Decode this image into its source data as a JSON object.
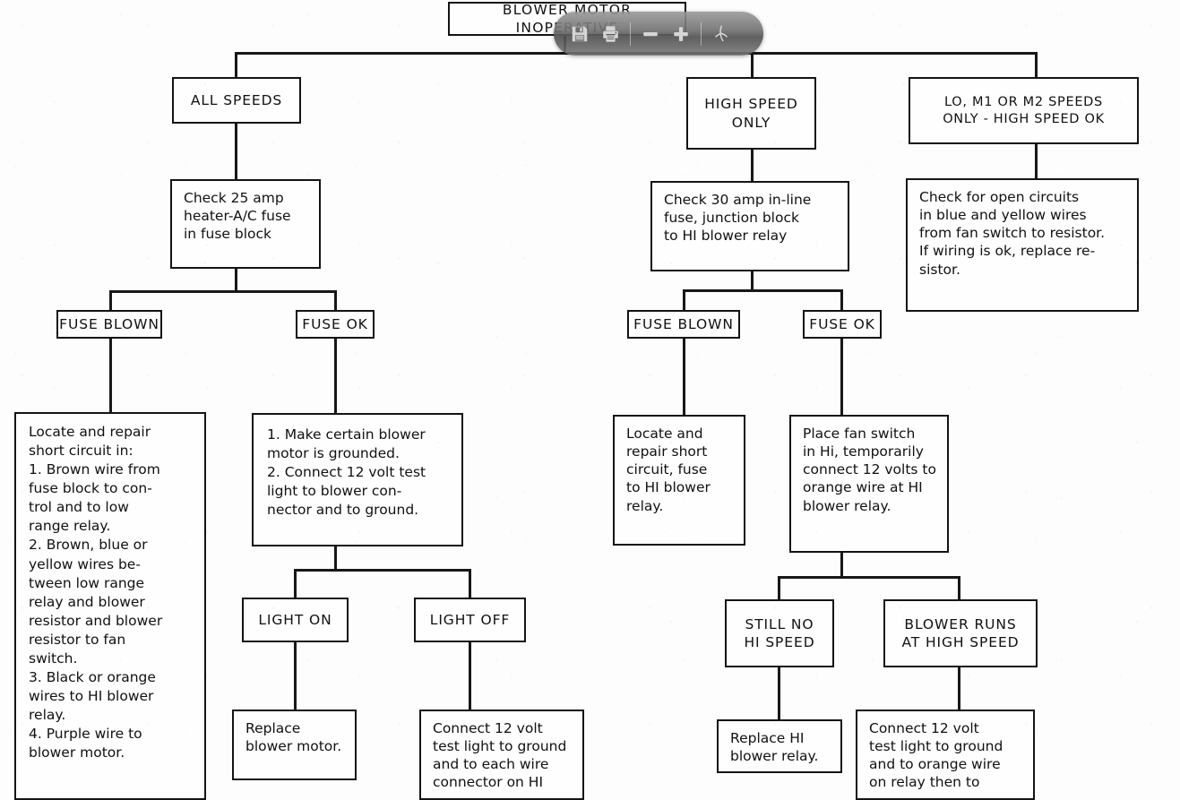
{
  "document": {
    "type": "troubleshooting-flowchart",
    "title": "BLOWER MOTOR INOPERATIVE"
  },
  "toolbar": {
    "name": "pdf-viewer-toolbar",
    "buttons": [
      {
        "name": "save-icon",
        "label": "Save"
      },
      {
        "name": "print-icon",
        "label": "Print"
      },
      {
        "name": "zoom-out-icon",
        "label": "Zoom Out"
      },
      {
        "name": "zoom-in-icon",
        "label": "Zoom In"
      },
      {
        "name": "adobe-pdf-icon",
        "label": "Adobe PDF"
      }
    ]
  },
  "chart_data": {
    "type": "flowchart",
    "title": "BLOWER MOTOR INOPERATIVE",
    "nodes": [
      {
        "id": "root",
        "text": "BLOWER MOTOR INOPERATIVE"
      },
      {
        "id": "all_speeds",
        "text": "ALL SPEEDS"
      },
      {
        "id": "high_only",
        "text": "HIGH SPEED\nONLY"
      },
      {
        "id": "lo_m1_m2",
        "text": "LO, M1 OR M2 SPEEDS\nONLY - HIGH SPEED OK"
      },
      {
        "id": "check25",
        "text": "Check 25 amp\nheater-A/C fuse\nin fuse block"
      },
      {
        "id": "check30",
        "text": "Check 30 amp in-line\nfuse, junction block\nto HI blower relay"
      },
      {
        "id": "check_open",
        "text": "Check for open circuits\nin blue and yellow wires\nfrom fan switch to resistor.\nIf wiring is ok, replace re-\nsistor."
      },
      {
        "id": "fuse_blown_l",
        "text": "FUSE BLOWN"
      },
      {
        "id": "fuse_ok_l",
        "text": "FUSE OK"
      },
      {
        "id": "fuse_blown_r",
        "text": "FUSE BLOWN"
      },
      {
        "id": "fuse_ok_r",
        "text": "FUSE OK"
      },
      {
        "id": "locate_list",
        "text": "Locate and repair\nshort circuit in:\n1. Brown wire from\n    fuse block to con-\n    trol and to low\n    range relay.\n2. Brown, blue or\n    yellow wires be-\n    tween low range\n    relay and blower\n    resistor and blower\n    resistor to fan\n    switch.\n3. Black or orange\n    wires to HI blower\n    relay.\n4. Purple wire to\n    blower motor."
      },
      {
        "id": "make_certain",
        "text": "1. Make certain blower\n    motor is grounded.\n2. Connect 12 volt test\n    light to blower con-\n    nector and to ground."
      },
      {
        "id": "locate_short",
        "text": "Locate and\nrepair short\ncircuit, fuse\nto HI blower\nrelay."
      },
      {
        "id": "place_fan",
        "text": "Place fan switch\nin Hi, temporarily\nconnect 12 volts to\norange wire at HI\nblower relay."
      },
      {
        "id": "light_on",
        "text": "LIGHT ON"
      },
      {
        "id": "light_off",
        "text": "LIGHT OFF"
      },
      {
        "id": "still_no_hi",
        "text": "STILL NO\nHI SPEED"
      },
      {
        "id": "blower_runs",
        "text": "BLOWER RUNS\nAT HIGH SPEED"
      },
      {
        "id": "replace_blower",
        "text": "Replace\nblower motor."
      },
      {
        "id": "connect12_each",
        "text": "Connect 12 volt\ntest light to ground\nand to each wire\nconnector on HI"
      },
      {
        "id": "replace_hi",
        "text": "Replace HI\nblower relay."
      },
      {
        "id": "connect12_orange",
        "text": "Connect 12 volt\ntest light to ground\nand to orange wire\non relay then to"
      }
    ],
    "edges": [
      {
        "from": "root",
        "to": "all_speeds"
      },
      {
        "from": "root",
        "to": "high_only"
      },
      {
        "from": "root",
        "to": "lo_m1_m2"
      },
      {
        "from": "all_speeds",
        "to": "check25"
      },
      {
        "from": "high_only",
        "to": "check30"
      },
      {
        "from": "lo_m1_m2",
        "to": "check_open"
      },
      {
        "from": "check25",
        "to": "fuse_blown_l"
      },
      {
        "from": "check25",
        "to": "fuse_ok_l"
      },
      {
        "from": "check30",
        "to": "fuse_blown_r"
      },
      {
        "from": "check30",
        "to": "fuse_ok_r"
      },
      {
        "from": "fuse_blown_l",
        "to": "locate_list"
      },
      {
        "from": "fuse_ok_l",
        "to": "make_certain"
      },
      {
        "from": "fuse_blown_r",
        "to": "locate_short"
      },
      {
        "from": "fuse_ok_r",
        "to": "place_fan"
      },
      {
        "from": "make_certain",
        "to": "light_on"
      },
      {
        "from": "make_certain",
        "to": "light_off"
      },
      {
        "from": "place_fan",
        "to": "still_no_hi"
      },
      {
        "from": "place_fan",
        "to": "blower_runs"
      },
      {
        "from": "light_on",
        "to": "replace_blower"
      },
      {
        "from": "light_off",
        "to": "connect12_each"
      },
      {
        "from": "still_no_hi",
        "to": "replace_hi"
      },
      {
        "from": "blower_runs",
        "to": "connect12_orange"
      }
    ]
  }
}
